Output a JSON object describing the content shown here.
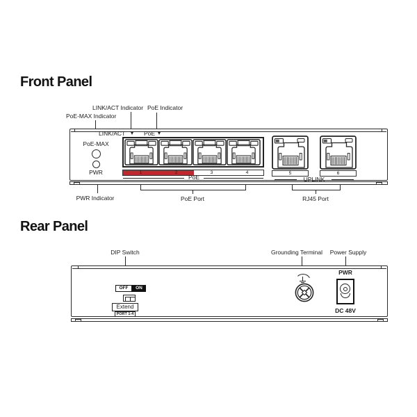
{
  "front": {
    "title": "Front Panel",
    "callouts": {
      "link_act": "LINK/ACT Indicator",
      "poe": "PoE Indicator",
      "poe_max": "PoE-MAX Indicator",
      "pwr": "PWR Indicator",
      "poe_port": "PoE Port",
      "rj45_port": "RJ45 Port"
    },
    "panel": {
      "link_act_label": "LINK/ACT",
      "poe_label": "PoE",
      "poe_max_led": "PoE-MAX",
      "pwr_led": "PWR",
      "poe_port_numbers": [
        "1",
        "2",
        "3",
        "4"
      ],
      "uplink_port_numbers": [
        "5",
        "6"
      ],
      "poe_group_label": "PoE",
      "uplink_group_label": "UPLINK"
    }
  },
  "rear": {
    "title": "Rear Panel",
    "callouts": {
      "dip": "DIP Switch",
      "grounding": "Grounding Terminal",
      "power": "Power Supply"
    },
    "dip_switch": {
      "off": "OFF",
      "on": "ON",
      "extend": "Extend",
      "ports": "PORT 1-4"
    },
    "power_supply": {
      "pwr": "PWR",
      "voltage": "DC 48V"
    }
  },
  "colors": {
    "poe_highlight": "#c1272d",
    "line": "#262626"
  }
}
